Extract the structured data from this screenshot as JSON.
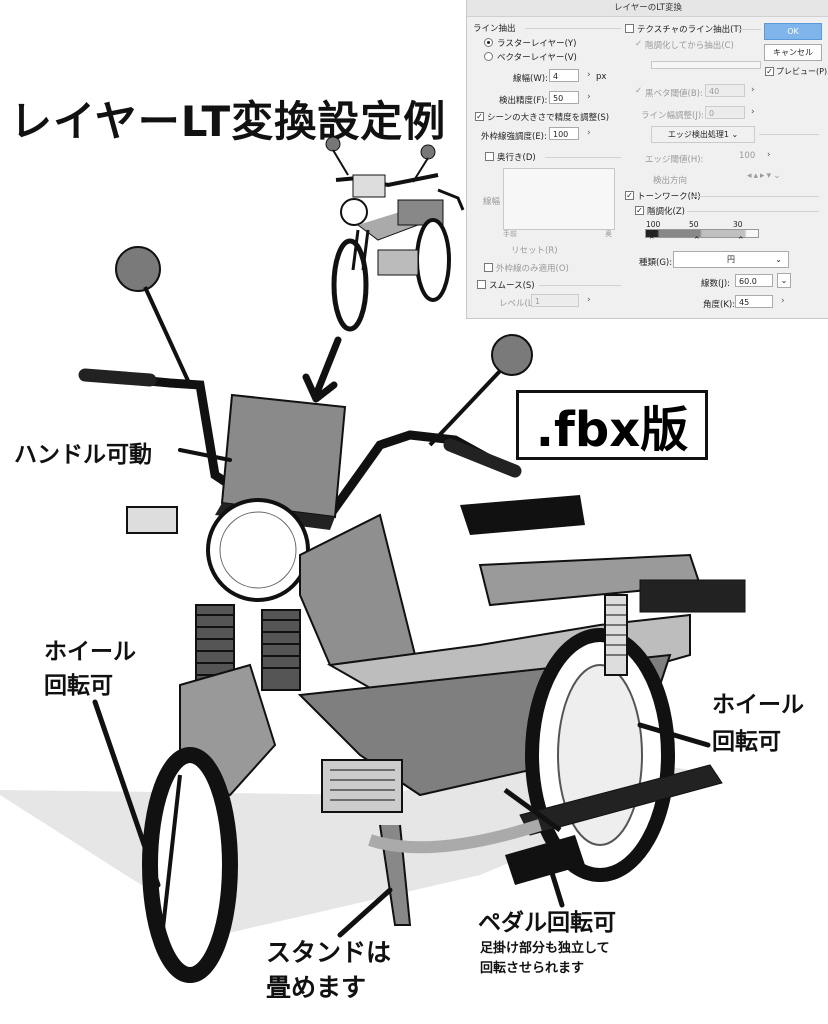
{
  "title": "レイヤーLT変換設定例",
  "badge": ".fbx版",
  "labels": {
    "handle": "ハンドル可動",
    "wheel_front_1": "ホイール",
    "wheel_front_2": "回転可",
    "wheel_rear_1": "ホイール",
    "wheel_rear_2": "回転可",
    "stand_1": "スタンドは",
    "stand_2": "畳めます",
    "pedal": "ペダル回転可",
    "pedal_sub_1": "足掛け部分も独立して",
    "pedal_sub_2": "回転させられます"
  },
  "dialog": {
    "title": "レイヤーのLT変換",
    "line_section": "ライン抽出",
    "raster_layer": "ラスターレイヤー(Y)",
    "vector_layer": "ベクターレイヤー(V)",
    "line_width_label": "線幅(W):",
    "line_width_value": "4",
    "line_width_unit": "px",
    "precision_label": "検出精度(F):",
    "precision_value": "50",
    "adjust_scene": "シーンの大きさで精度を調整(S)",
    "outline_label": "外枠線強調度(E):",
    "outline_value": "100",
    "depth": "奥行き(D)",
    "line_width_graph": "線幅",
    "near": "手前",
    "far": "奥",
    "reset": "リセット(R)",
    "outline_only": "外枠線のみ適用(O)",
    "smooth": "スムース(S)",
    "level_label": "レベル(L):",
    "level_value": "1",
    "texture_line": "テクスチャのライン抽出(T)",
    "after_tone": "階調化してから抽出(C)",
    "black_threshold_label": "黒ベタ閾値(B):",
    "black_threshold_value": "40",
    "line_adjust_label": "ライン幅調整(J):",
    "line_adjust_value": "0",
    "edge_process": "エッジ検出処理1",
    "edge_threshold_label": "エッジ閾値(H):",
    "edge_threshold_value": "100",
    "detect_direction": "検出方向",
    "tone_work": "トーンワーク(N)",
    "gradation": "階調化(Z)",
    "tone_levels": [
      "100",
      "50",
      "30"
    ],
    "type_label": "種類(G):",
    "type_value": "円",
    "lines_label": "線数(J):",
    "lines_value": "60.0",
    "angle_label": "角度(K):",
    "angle_value": "45",
    "ok": "OK",
    "cancel": "キャンセル",
    "preview": "プレビュー(P)"
  },
  "colors": {
    "ok_button": "#7fb5ea",
    "ink": "#111111"
  }
}
